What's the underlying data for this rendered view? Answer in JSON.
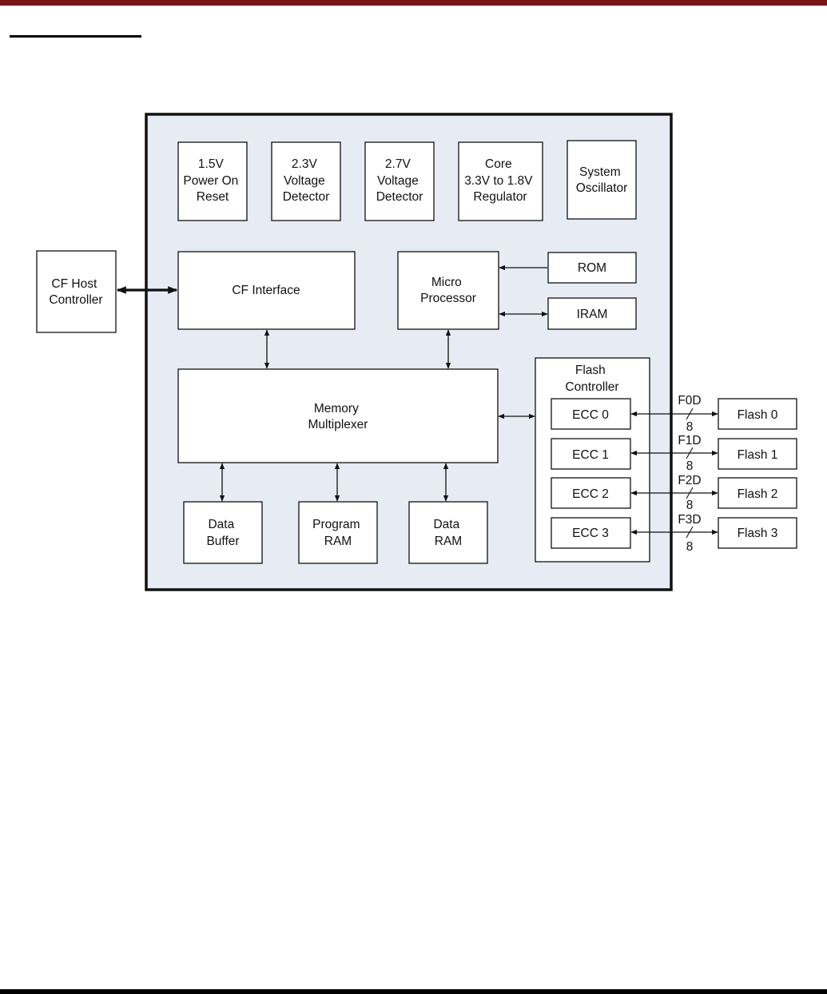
{
  "blocks": {
    "por": [
      "1.5V",
      "Power On",
      "Reset"
    ],
    "vdet23": [
      "2.3V",
      "Voltage",
      "Detector"
    ],
    "vdet27": [
      "2.7V",
      "Voltage",
      "Detector"
    ],
    "regulator": [
      "Core",
      "3.3V to 1.8V",
      "Regulator"
    ],
    "oscillator": [
      "System",
      "Oscillator"
    ],
    "host": [
      "CF Host",
      "Controller"
    ],
    "cf_interface": [
      "CF Interface"
    ],
    "micro": [
      "Micro",
      "Processor"
    ],
    "rom": [
      "ROM"
    ],
    "iram": [
      "IRAM"
    ],
    "memory_mux": [
      "Memory",
      "Multiplexer"
    ],
    "flash_controller": [
      "Flash",
      "Controller"
    ],
    "data_buffer": [
      "Data",
      "Buffer"
    ],
    "program_ram": [
      "Program",
      "RAM"
    ],
    "data_ram": [
      "Data",
      "RAM"
    ]
  },
  "channels": [
    {
      "ecc": "ECC 0",
      "bus": "F0D",
      "width": "8",
      "flash": "Flash 0"
    },
    {
      "ecc": "ECC 1",
      "bus": "F1D",
      "width": "8",
      "flash": "Flash 1"
    },
    {
      "ecc": "ECC 2",
      "bus": "F2D",
      "width": "8",
      "flash": "Flash 2"
    },
    {
      "ecc": "ECC 3",
      "bus": "F3D",
      "width": "8",
      "flash": "Flash 3"
    }
  ],
  "colors": {
    "header_rule": "#7a1414",
    "chip_fill": "#e6ebf4",
    "stroke": "#111111"
  }
}
